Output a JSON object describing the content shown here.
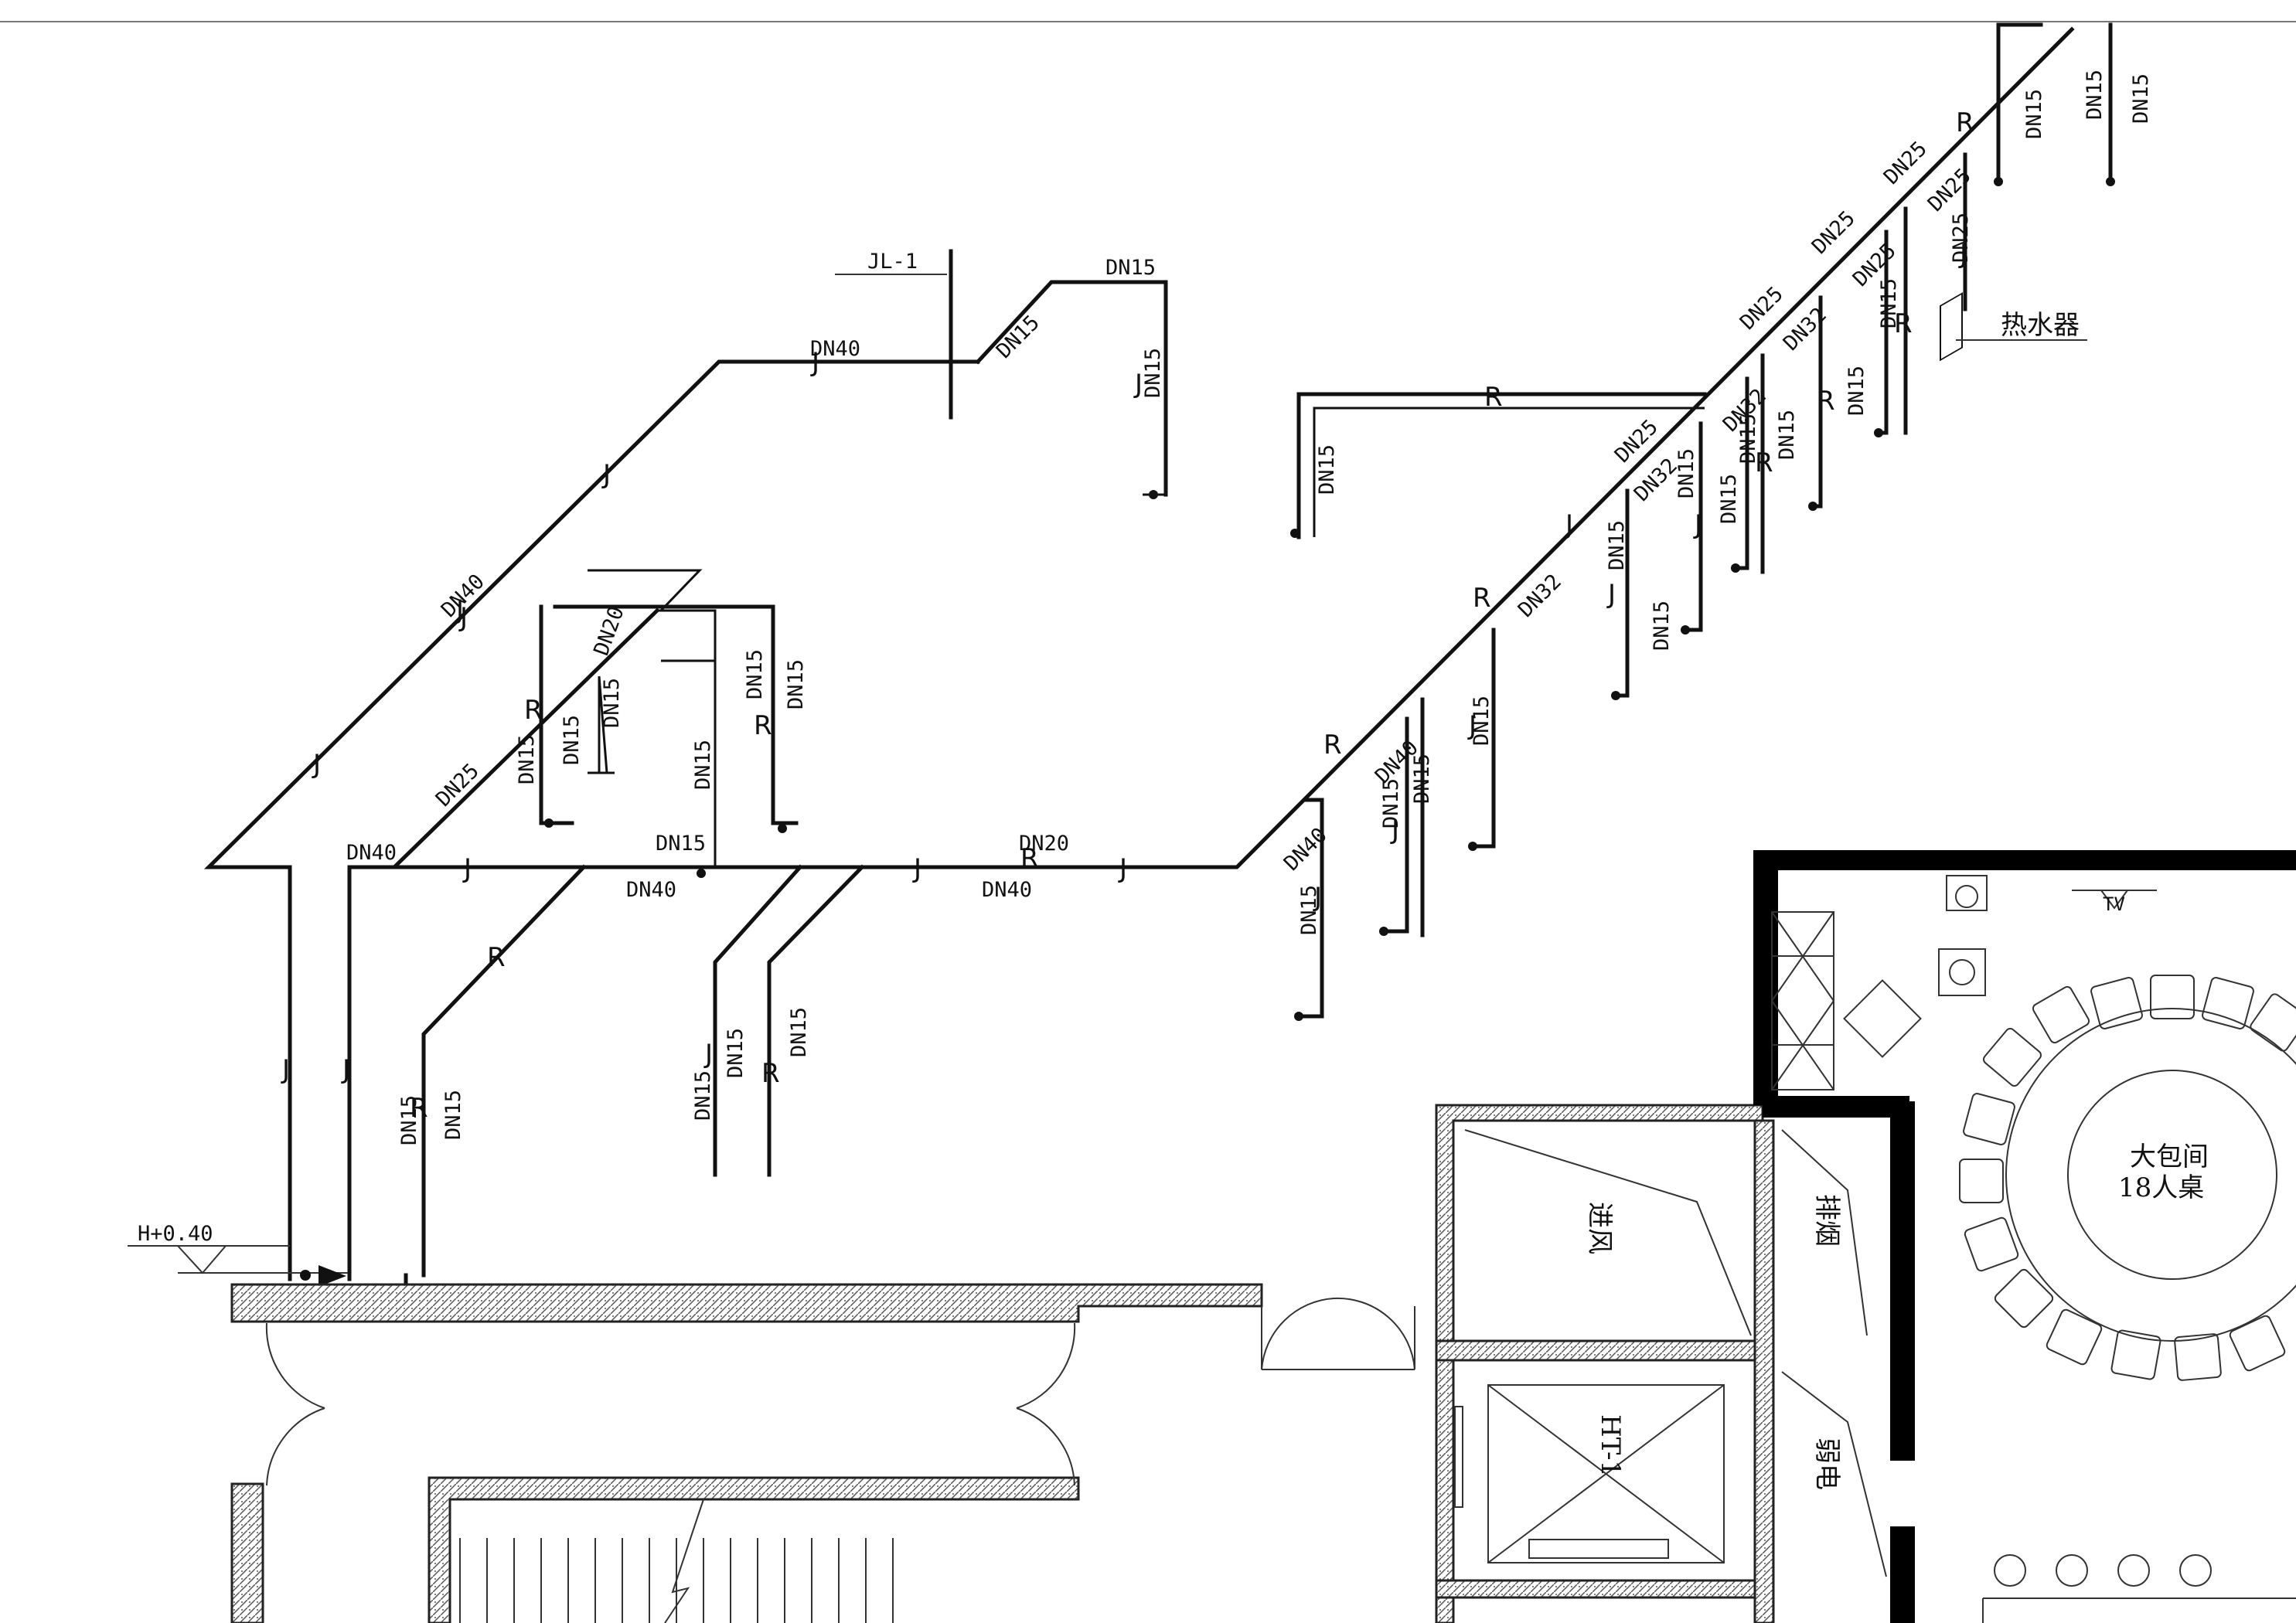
{
  "pipe_labels": {
    "dn40": "DN40",
    "dn32": "DN32",
    "dn25": "DN25",
    "dn20": "DN20",
    "dn15": "DN15"
  },
  "marks": {
    "cold": "J",
    "hot": "R"
  },
  "riser_label": "JL-1",
  "level_label": "H+0.40",
  "water_heater_label": "热水器",
  "rooms": {
    "fresh_air": "进风",
    "smoke_exhaust": "排烟",
    "weak_current": "弱电",
    "elevator": "HT-1",
    "private_room_line1": "大包间",
    "private_room_line2": "18人桌",
    "tv": "TV"
  }
}
